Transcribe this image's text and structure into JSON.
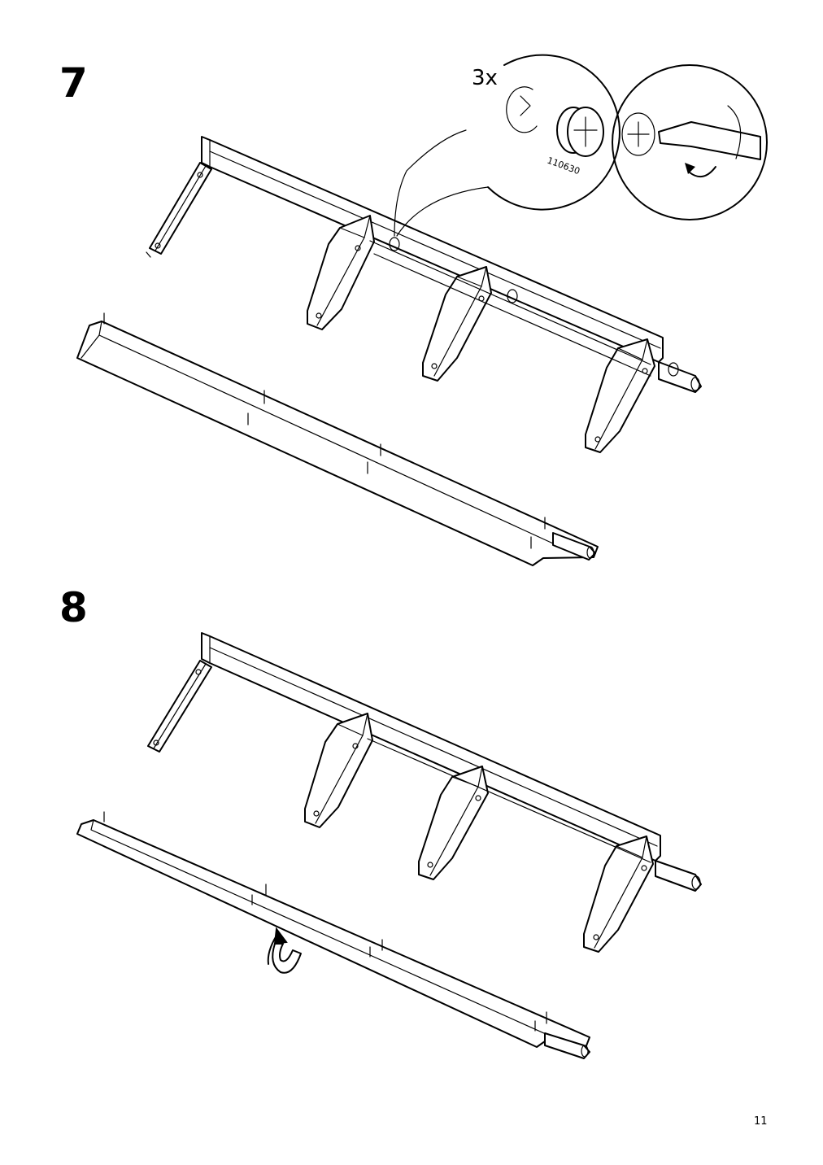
{
  "steps": [
    {
      "number": "7",
      "callout": {
        "quantity": "3x",
        "part_number": "110630"
      }
    },
    {
      "number": "8"
    }
  ],
  "page_number": "11",
  "icons": [
    "cam-lock-fitting-icon",
    "screwdriver-turn-icon",
    "rotate-arrow-icon"
  ]
}
